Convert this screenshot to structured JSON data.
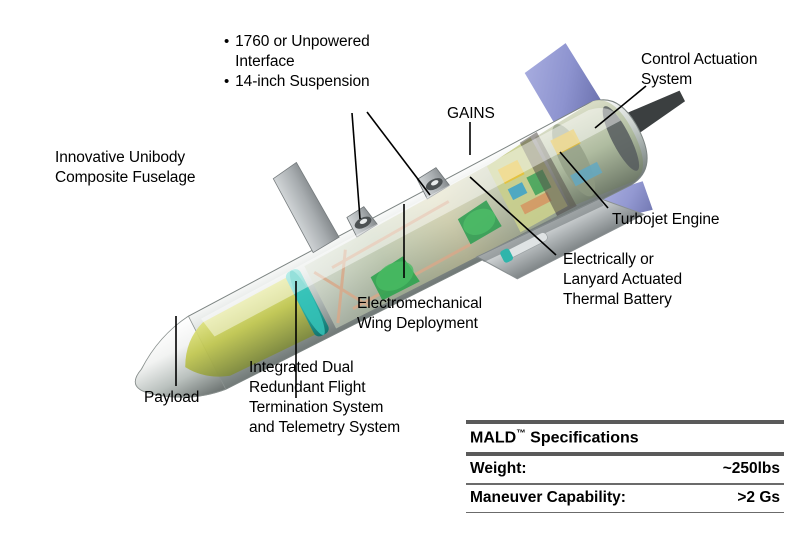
{
  "diagram": {
    "subject": "MALD missile cutaway",
    "callouts": [
      {
        "id": "interface-bullets",
        "type": "bullet-list",
        "items": [
          "1760 or Unpowered\nInterface",
          "14-inch Suspension"
        ]
      },
      {
        "id": "fuselage",
        "text": "Innovative Unibody\nComposite Fuselage"
      },
      {
        "id": "gains",
        "text": "GAINS"
      },
      {
        "id": "control-actuation",
        "text": "Control Actuation\nSystem"
      },
      {
        "id": "turbojet",
        "text": "Turbojet Engine"
      },
      {
        "id": "thermal-battery",
        "text": "Electrically or\nLanyard Actuated\nThermal Battery"
      },
      {
        "id": "wing-deployment",
        "text": "Electromechanical\nWing Deployment"
      },
      {
        "id": "payload",
        "text": "Payload"
      },
      {
        "id": "ftsystem",
        "text": "Integrated Dual\nRedundant Flight\nTermination System\nand Telemetry System"
      }
    ]
  },
  "spec_table": {
    "title": "MALD",
    "title_tm": "™",
    "title_suffix": " Specifications",
    "rows": [
      {
        "label": "Weight:",
        "value": "~250lbs"
      },
      {
        "label": "Maneuver Capability:",
        "value": ">2 Gs"
      }
    ]
  },
  "colors": {
    "body_shell": "#c9cfcb",
    "payload_olive": "#b6bd4a",
    "teal_ring": "#2fb5ab",
    "fin_blue": "#8d93cf",
    "wing_gray": "#b0b4b6",
    "rule": "#5a5a5a",
    "line": "#000000"
  }
}
